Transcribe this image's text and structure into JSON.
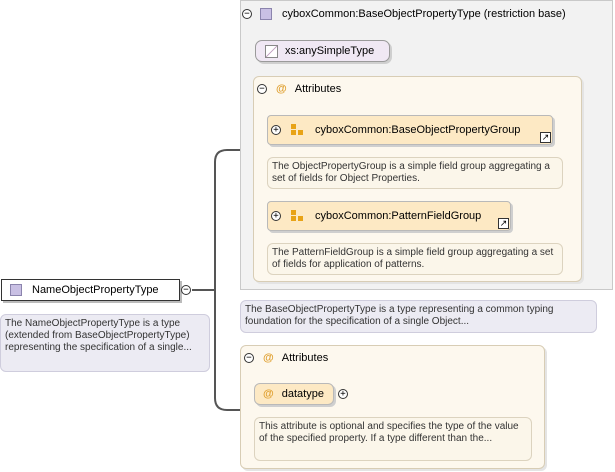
{
  "root": {
    "name": "NameObjectPropertyType",
    "description": "The NameObjectPropertyType is a type (extended from BaseObjectPropertyType) representing the specification of a single..."
  },
  "base": {
    "title": "cyboxCommon:BaseObjectPropertyType (restriction base)",
    "simple_type": "xs:anySimpleType",
    "attributes_label": "Attributes",
    "groups": [
      {
        "name": "cyboxCommon:BaseObjectPropertyGroup",
        "description": "The ObjectPropertyGroup is a simple field group aggregating a set of fields for Object Properties."
      },
      {
        "name": "cyboxCommon:PatternFieldGroup",
        "description": "The PatternFieldGroup is a simple field group aggregating a set of fields for application of patterns."
      }
    ],
    "description": "The BaseObjectPropertyType is a type representing a common typing foundation for the specification of a single Object..."
  },
  "own_attributes": {
    "label": "Attributes",
    "attribute": {
      "name": "datatype",
      "description": "This attribute is optional and specifies the type of the value of the specified property. If a type different than the..."
    }
  },
  "icons": {
    "toggle_expanded": "−",
    "toggle_collapsed": "+",
    "attribute": "@",
    "link": "↗"
  },
  "colors": {
    "connector": "#555555",
    "type_icon": "#c9c0e4",
    "group_icon": "#e8a316",
    "card_fill": "#fde9c4"
  }
}
